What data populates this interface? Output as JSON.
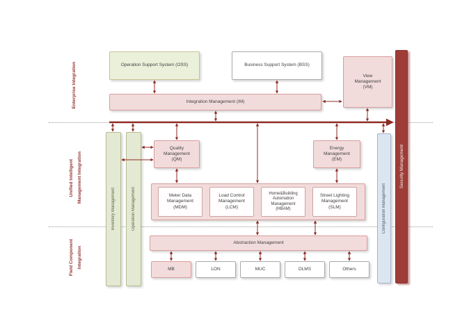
{
  "sections": {
    "enterprise_label": "Enterprise Integration",
    "unified_label_line1": "Unified Intelligent",
    "unified_label_line2": "Management Integration",
    "field_label_line1": "Field Component",
    "field_label_line2": "Integration"
  },
  "enterprise": {
    "oss": "Operation Support System (OSS)",
    "bss": "Business Support System (BSS)",
    "view_mgmt": "View\nManagement\n(VM)",
    "integration_mgmt": "Integration Management (IM)"
  },
  "unified": {
    "inventory_mgmt": "Inventory Management",
    "operation_mgmt": "Operation Management",
    "quality_mgmt": "Quality\nManagement\n(QM)",
    "energy_mgmt": "Energy\nManagement\n(EM)",
    "meter_data_mgmt": "Meter Data\nManagement\n(MDM)",
    "load_control_mgmt": "Load Control\nManagement\n(LCM)",
    "home_building_automation_mgmt": "Home&Building\nAutomation\nManagement\n(HBAM)",
    "street_lighting_mgmt": "Street Lighting\nManagement\n(SLM)",
    "configuration_mgmt": "Configuration Management",
    "security_mgmt": "Security Management"
  },
  "field": {
    "abstraction_mgmt": "Abstraction Management",
    "protocols": [
      "MB",
      "LON",
      "MUC",
      "DLMS",
      "Others"
    ]
  },
  "colors": {
    "box_pink_fill": "#f2dcdb",
    "box_pink_border": "#d79e9c",
    "arrow_red": "#8e2a25",
    "security_red": "#9e3d38",
    "green_bar_fill": "#e4e9d3",
    "oss_green_fill": "#ebf0db",
    "config_blue_fill": "#dce6f1",
    "section_label_red": "#943634"
  }
}
